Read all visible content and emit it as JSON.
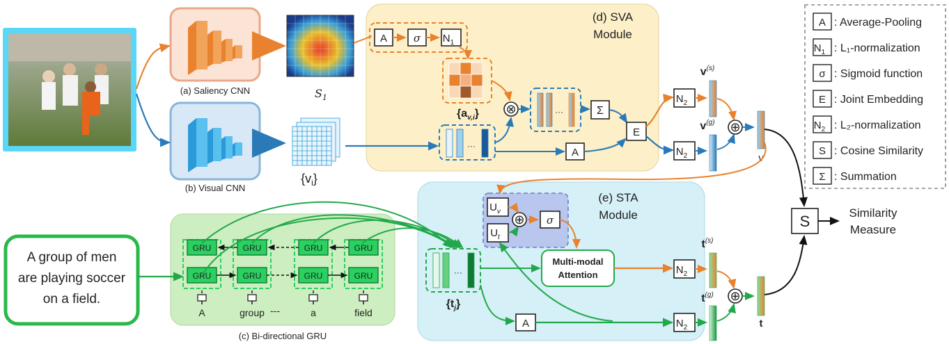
{
  "image_panel": {
    "alt": "photo: soccer players on a field"
  },
  "saliency_cnn": {
    "label": "(a) Saliency CNN"
  },
  "visual_cnn": {
    "label": "(b) Visual CNN"
  },
  "saliency_map": {
    "label": "S",
    "sub": "1"
  },
  "visual_features": {
    "label": "{v",
    "sub": "i",
    "close": "}"
  },
  "sva_module": {
    "title_line1": "(d) SVA",
    "title_line2": "Module"
  },
  "sta_module": {
    "title_line1": "(e) STA",
    "title_line2": "Module"
  },
  "sva_ops": {
    "avg": "A",
    "sigmoid": "σ",
    "n1": "N",
    "n1_sub": "1"
  },
  "attention_map": {
    "label": "{a",
    "sub": "v,i",
    "close": "}"
  },
  "ellipsis": "···",
  "ops": {
    "multiply": "⊗",
    "sum": "Σ",
    "embed": "E",
    "avg2": "A",
    "n2": "N",
    "n2_sub": "2",
    "plus": "⊕",
    "avg3": "A",
    "sim": "S"
  },
  "vectors": {
    "vs": "v",
    "vs_sup": "(s)",
    "vg": "v",
    "vg_sup": "(g)",
    "v": "v",
    "ts": "t",
    "ts_sup": "(s)",
    "tg": "t",
    "tg_sup": "(g)",
    "t": "t"
  },
  "similarity": {
    "line1": "Similarity",
    "line2": "Measure"
  },
  "sentence": {
    "line1": "A group of men",
    "line2": "are playing soccer",
    "line3": "on a field."
  },
  "gru": {
    "label": "GRU",
    "caption": "(c) Bi-directional GRU",
    "words": [
      "A",
      "group",
      "a",
      "field"
    ],
    "dots": "---"
  },
  "text_features": {
    "label": "{t",
    "sub": "j",
    "close": "}"
  },
  "sta_ops": {
    "uv": "U",
    "uv_sub": "v",
    "ut": "U",
    "ut_sub": "t",
    "sigmoid": "σ",
    "mm_line1": "Multi-modal",
    "mm_line2": "Attention"
  },
  "legend": [
    {
      "sym": "A",
      "sub": "",
      "desc": ": Average-Pooling"
    },
    {
      "sym": "N",
      "sub": "1",
      "desc": ": L₁-normalization"
    },
    {
      "sym": "σ",
      "sub": "",
      "desc": ": Sigmoid function"
    },
    {
      "sym": "E",
      "sub": "",
      "desc": ": Joint Embedding"
    },
    {
      "sym": "N",
      "sub": "2",
      "desc": ": L₂-normalization"
    },
    {
      "sym": "S",
      "sub": "",
      "desc": ": Cosine Similarity"
    },
    {
      "sym": "Σ",
      "sub": "",
      "desc": ": Summation"
    }
  ],
  "colors": {
    "orange": "#e8822e",
    "blue": "#2a7ab8",
    "green": "#22a84a",
    "black": "#111111"
  }
}
